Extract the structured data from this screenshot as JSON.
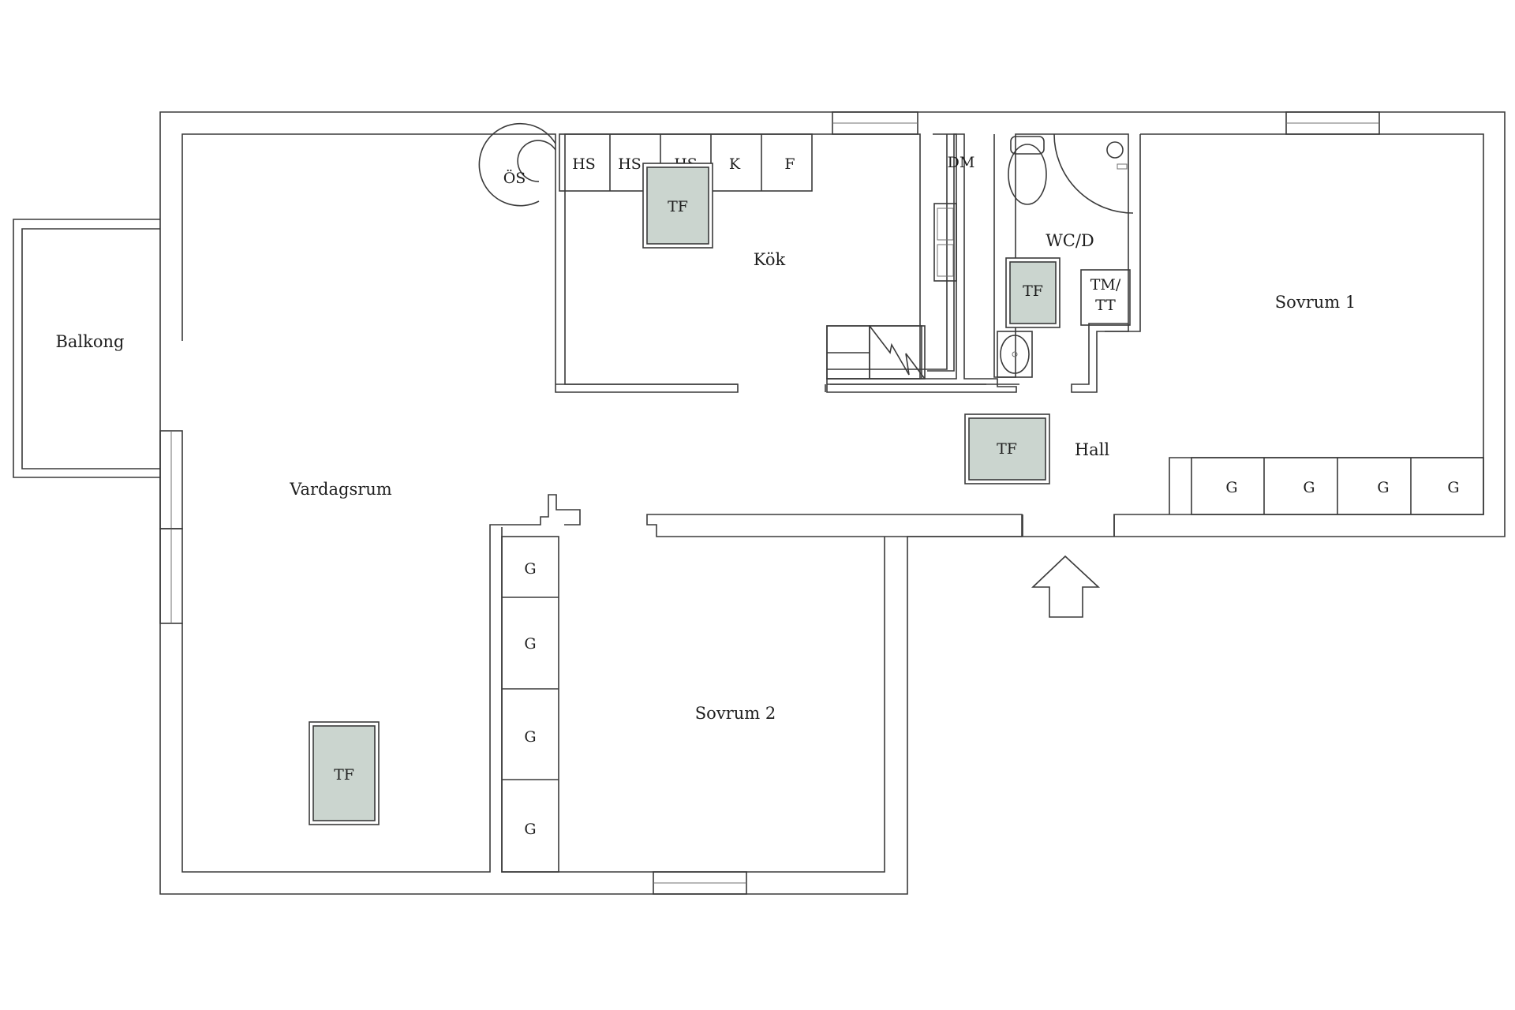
{
  "rooms": {
    "balkong": "Balkong",
    "vardagsrum": "Vardagsrum",
    "kok": "Kök",
    "wc": "WC/D",
    "sovrum1": "Sovrum 1",
    "sovrum2": "Sovrum 2",
    "hall": "Hall"
  },
  "fixtures": {
    "os": "ÖS",
    "hs": "HS",
    "k": "K",
    "f": "F",
    "dm": "DM",
    "tm_line1": "TM/",
    "tm_line2": "TT",
    "g": "G",
    "tf": "TF"
  },
  "colors": {
    "wall": "#3a3a3a",
    "tf_fill": "#cbd5cf",
    "background": "#ffffff"
  }
}
